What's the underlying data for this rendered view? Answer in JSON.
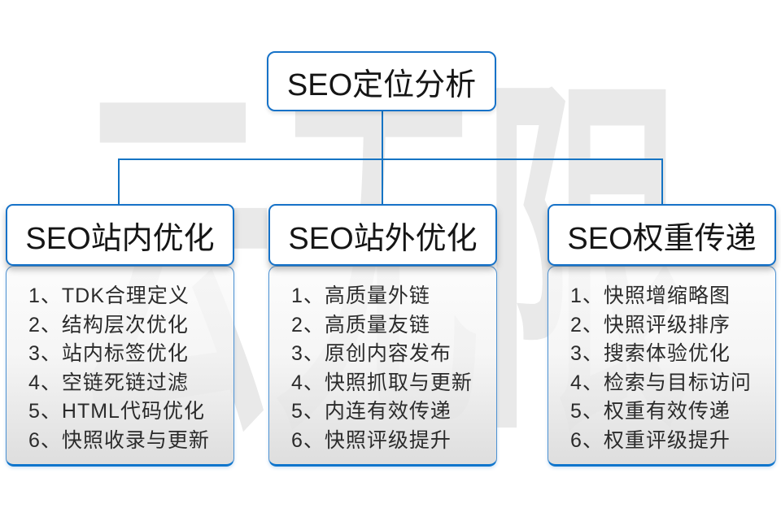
{
  "watermark": {
    "text": "云无限"
  },
  "root": {
    "title": "SEO定位分析"
  },
  "columns": [
    {
      "title": "SEO站内优化",
      "items": [
        "1、TDK合理定义",
        "2、结构层次优化",
        "3、站内标签优化",
        "4、空链死链过滤",
        "5、HTML代码优化",
        "6、快照收录与更新"
      ]
    },
    {
      "title": "SEO站外优化",
      "items": [
        "1、高质量外链",
        "2、高质量友链",
        "3、原创内容发布",
        "4、快照抓取与更新",
        "5、内连有效传递",
        "6、快照评级提升"
      ]
    },
    {
      "title": "SEO权重传递",
      "items": [
        "1、快照增缩略图",
        "2、快照评级排序",
        "3、搜索体验优化",
        "4、检索与目标访问",
        "5、权重有效传递",
        "6、权重评级提升"
      ]
    }
  ],
  "colors": {
    "connector_blue": "#1574c4",
    "box_border_blue": "#1672c8",
    "list_bottom_border_blue": "#0f75cc",
    "list_side_border_blue": "#4e92d2",
    "watermark_gray": "#e9e9e9",
    "title_text": "#151515",
    "list_text": "#2b2b2b",
    "background": "#ffffff"
  }
}
